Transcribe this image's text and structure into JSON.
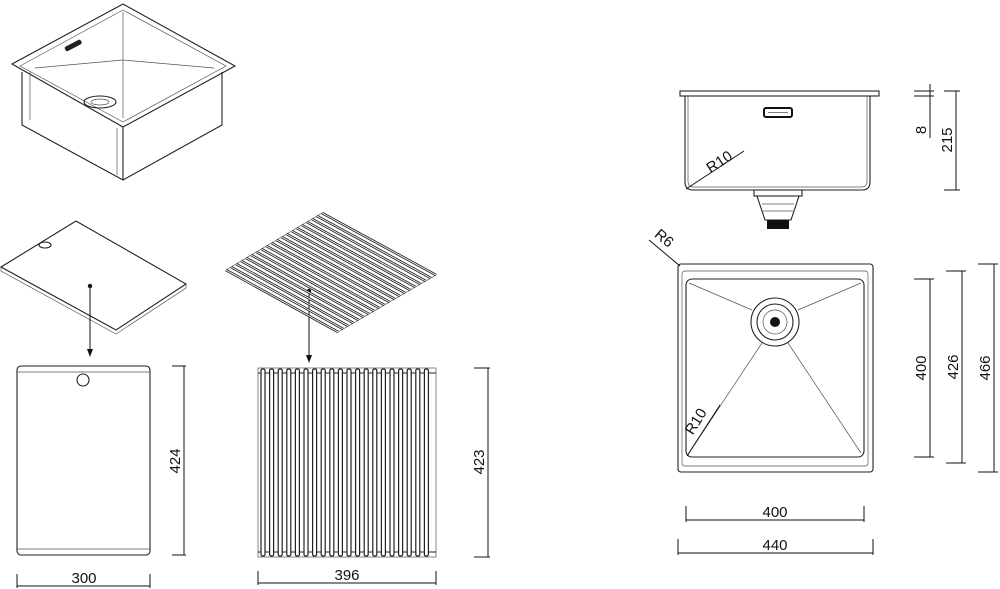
{
  "accessories": {
    "cutting_board": {
      "width": "300",
      "length": "424"
    },
    "roll_mat": {
      "width": "396",
      "length": "423"
    }
  },
  "side_view": {
    "rim": "8",
    "depth": "215",
    "corner_radius": "R10"
  },
  "top_view": {
    "outer_radius": "R6",
    "inner_radius": "R10",
    "bowl_length": "400",
    "inner_length": "426",
    "outer_length": "466",
    "bowl_width": "400",
    "outer_width": "440"
  }
}
